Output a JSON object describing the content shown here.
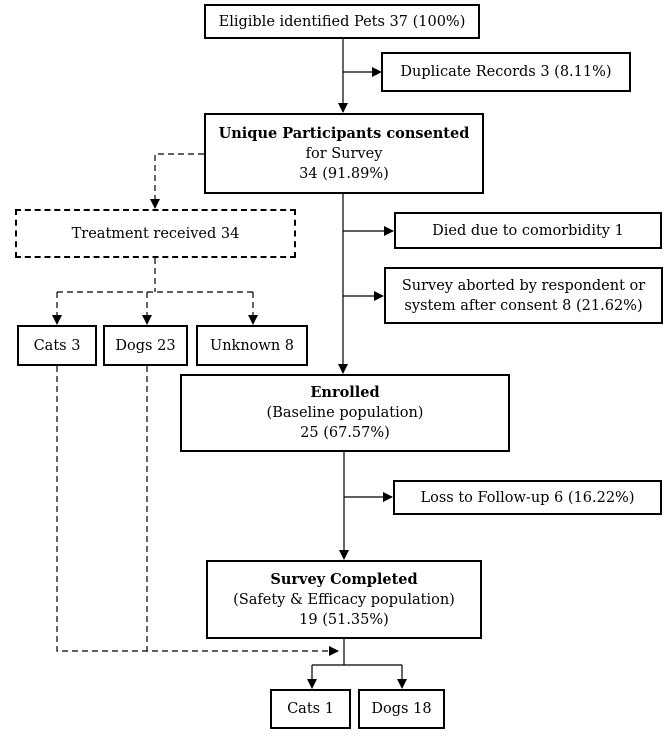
{
  "flow": {
    "eligible": "Eligible identified Pets 37 (100%)",
    "duplicate": "Duplicate Records 3 (8.11%)",
    "unique": {
      "title": "Unique Participants consented",
      "line2": "for Survey",
      "line3": "34 (91.89%)"
    },
    "treatment": "Treatment received 34",
    "treat_cats": "Cats 3",
    "treat_dogs": "Dogs 23",
    "treat_unknown": "Unknown 8",
    "died": "Died due to comorbidity 1",
    "aborted": {
      "line1": "Survey aborted by respondent or",
      "line2": "system after consent 8 (21.62%)"
    },
    "enrolled": {
      "title": "Enrolled",
      "line2": "(Baseline population)",
      "line3": "25 (67.57%)"
    },
    "loss": "Loss to Follow-up 6 (16.22%)",
    "completed": {
      "title": "Survey Completed",
      "line2": "(Safety & Efficacy population)",
      "line3": "19 (51.35%)"
    },
    "final_cats": "Cats 1",
    "final_dogs": "Dogs 18"
  }
}
